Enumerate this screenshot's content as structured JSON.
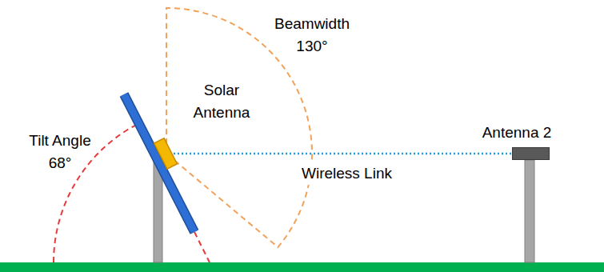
{
  "diagram": {
    "nodes": [
      {
        "text": [
          "Solar Antenna"
        ]
      },
      {
        "text": [
          "Antenna 2"
        ]
      }
    ],
    "edges": [
      {
        "from": 0,
        "to": 1,
        "arrow": "none",
        "label": "Wireless Link"
      }
    ],
    "labels": [
      "Beamwidth 130°",
      "Tilt Angle 68°"
    ]
  }
}
